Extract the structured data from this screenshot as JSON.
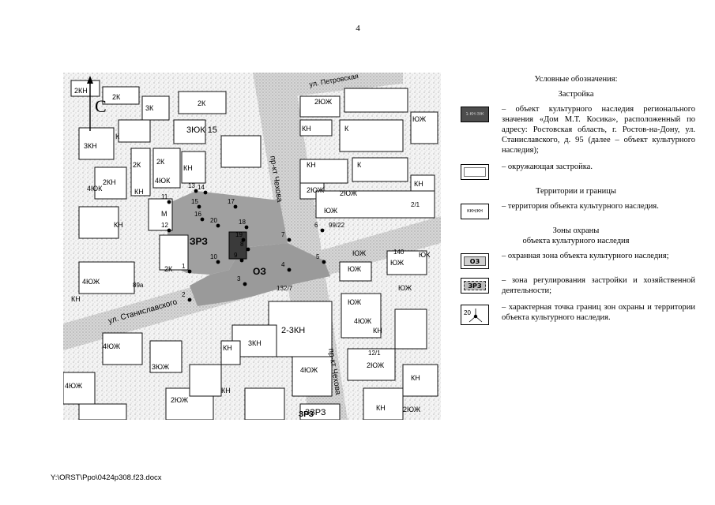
{
  "page": {
    "number": "4",
    "footer_path": "Y:\\ORST\\Ppo\\0424p308.f23.docx"
  },
  "map": {
    "north_label": "С",
    "streets": [
      "ул. Петровская",
      "пр-кт Чехова",
      "пр-кт Чехова",
      "ул. Станиславского"
    ],
    "zones": {
      "protection": "ОЗ",
      "regulation": "ЗРЗ",
      "regulation_bottom": "ЗРЗ"
    },
    "addresses": [
      "99/22",
      "132/7",
      "89а",
      "12/1",
      "140",
      "2/1"
    ],
    "building_labels": [
      "2КН",
      "2К",
      "3К",
      "2К",
      "2ЮЖ",
      "3ЮК 15",
      "3КН",
      "К",
      "2К",
      "2К",
      "4ЮК",
      "КН",
      "2КН",
      "КН",
      "4ЮК",
      "М",
      "2К",
      "4ЮЖ",
      "КН",
      "КН",
      "К",
      "КН",
      "К",
      "2ЮЖ",
      "2ЮЖ",
      "ЮЖ",
      "ЮЖ",
      "КН",
      "ЮЖ",
      "ЮЖ",
      "ЮК",
      "ЮЖ",
      "ЮЖ",
      "КН",
      "4ЮЖ",
      "3КН",
      "2-3КН",
      "4ЮЖ",
      "2ЮЖ",
      "КН",
      "КН",
      "2ЮЖ",
      "3ЮЖ",
      "4ЮЖ",
      "4ЮЖ",
      "2ЮЖ",
      "КН",
      "3ЗРЗ",
      "КН",
      "ЮЖ",
      "КН"
    ],
    "points": [
      "1",
      "2",
      "3",
      "4",
      "5",
      "6",
      "7",
      "8",
      "9",
      "10",
      "11",
      "12",
      "13",
      "14",
      "15",
      "16",
      "17",
      "18",
      "19",
      "20"
    ]
  },
  "legend": {
    "title": "Условные обозначения:",
    "section_buildings": "Застройка",
    "items_buildings": [
      {
        "swatch_label": "1-КН-ЭЖ",
        "text": "– объект культурного наследия регионального значения «Дом М.Т. Косика», расположенный по адресу: Ростовская область, г. Ростов-на-Дону, ул. Станиславского, д. 95 (далее – объект культурного наследия);"
      },
      {
        "text": "– окружающая застройка."
      }
    ],
    "section_borders": "Территории и границы",
    "items_borders": [
      {
        "swatch_label": "ККН/КН",
        "text": "– территория объекта культурного наследия."
      }
    ],
    "section_zones_line1": "Зоны охраны",
    "section_zones_line2": "объекта культурного наследия",
    "items_zones": [
      {
        "swatch_label": "ОЗ",
        "text": "– охранная зона объекта культурного наследия;"
      },
      {
        "swatch_label": "ЗРЗ",
        "text": "– зона регулирования застройки и хозяйственной деятельности;"
      },
      {
        "swatch_label": "20",
        "text": "– характерная точка границ зон охраны и территории объекта культурного наследия."
      }
    ]
  },
  "colors": {
    "zone_fill": "#9e9e9e",
    "object_fill": "#3a3a3a",
    "building_stroke": "#111111",
    "street_fill": "#c8c8c8"
  }
}
